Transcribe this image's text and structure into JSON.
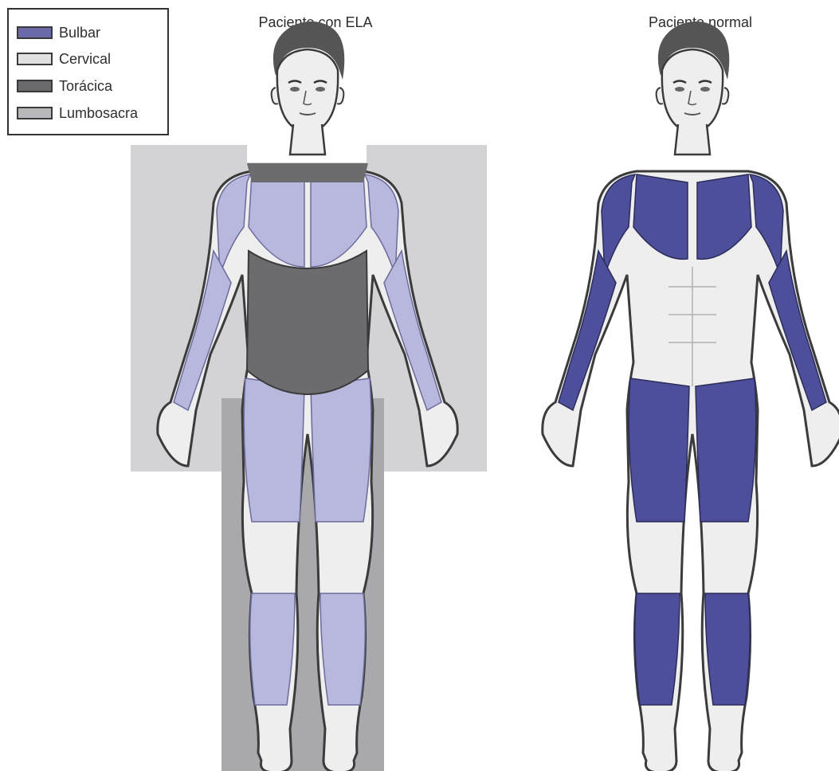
{
  "legend": {
    "items": [
      {
        "label": "Bulbar",
        "color": "#6b6aa8"
      },
      {
        "label": "Cervical",
        "color": "#e1e1e1"
      },
      {
        "label": "Torácica",
        "color": "#6a6a6c"
      },
      {
        "label": "Lumbosacra",
        "color": "#b9b9bd"
      }
    ]
  },
  "figures": {
    "left_title": "Paciente con ELA",
    "right_title": "Paciente normal"
  },
  "colors": {
    "skin": "#eeeeee",
    "hair": "#555555",
    "outline": "#3b3b3b",
    "muscle_normal": "#4e4f9a",
    "muscle_atrophic": "#b8b7dd",
    "cervical_region": "#d3d3d5",
    "thoracic_region": "#6c6c6e",
    "lumbosacral_region": "#a9a9ad"
  }
}
